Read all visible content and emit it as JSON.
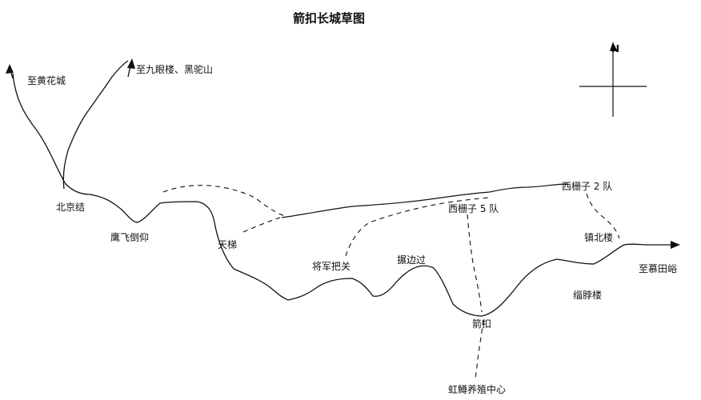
{
  "title": "箭扣长城草图",
  "compass": {
    "north_label": "N"
  },
  "directions": {
    "huanghuacheng": "至黄花城",
    "jiuyanlou": "至九眼楼、黑驼山",
    "mutianyu": "至慕田峪"
  },
  "places": {
    "beijingjie": "北京结",
    "yingfeidaoyang": "鹰飞倒仰",
    "tianti": "天梯",
    "jiangjunbaguan": "将军把关",
    "zhebianguo": "搌边过",
    "jiankou": "箭扣",
    "xizhazi5dui": "西栅子 5 队",
    "xizhazi2dui": "西栅子 2 队",
    "zhenbeilou": "镇北楼",
    "huangbozilou": "缁脖楼",
    "hongzunyangzhi": "虹鳟养殖中心"
  },
  "colors": {
    "ink": "#111111",
    "background": "#ffffff"
  }
}
